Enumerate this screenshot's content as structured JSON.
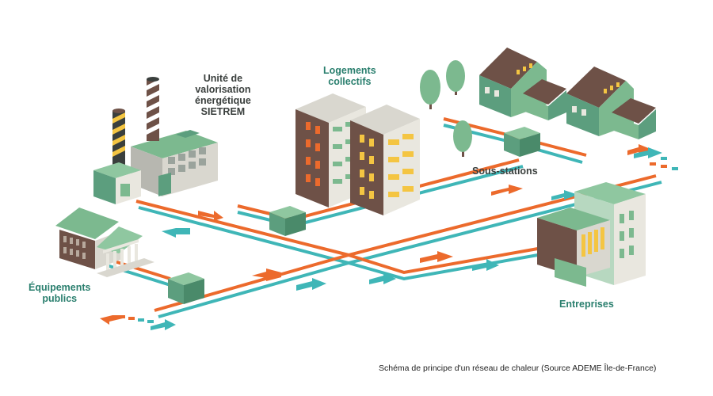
{
  "labels": {
    "plant": [
      "Unité de",
      "valorisation",
      "énergétique",
      "SIETREM"
    ],
    "housing": [
      "Logements",
      "collectifs"
    ],
    "substations": "Sous-stations",
    "public": [
      "Équipements",
      "publics"
    ],
    "companies": "Entreprises"
  },
  "caption": "Schéma de principe d'un réseau de chaleur (Source ADEME Île-de-France)",
  "colors": {
    "supply_pipe": "#ec6a2c",
    "return_pipe": "#3fb6b7",
    "building_green": "#5c9e7e",
    "building_brown": "#6e5147",
    "label_teal": "#2a7f6e",
    "label_dark": "#3a3f3d",
    "window_yellow": "#f4c542"
  }
}
